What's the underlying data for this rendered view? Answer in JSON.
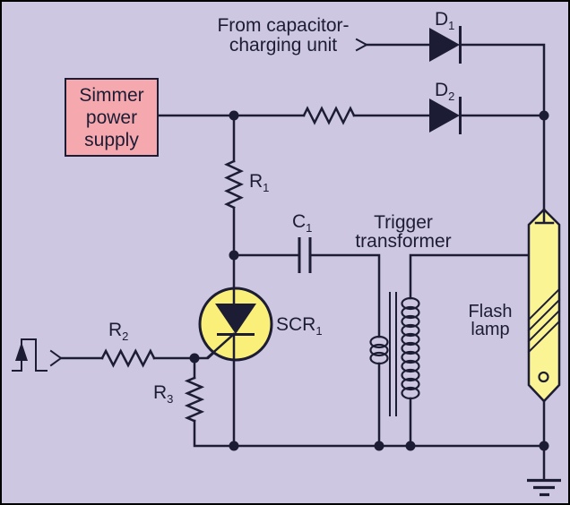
{
  "colors": {
    "background": "#CDC7E1",
    "frame": "#000000",
    "line": "#1C1C34",
    "simmer-fill": "#F5A8AE",
    "scr-fill": "#F9EF79",
    "lamp-fill": "#FAF494"
  },
  "icons": {
    "pulse_input": "trigger-pulse-waveform-icon",
    "input_arrow": "chevron-right-icon",
    "source_arrow": "chevron-right-icon",
    "ground": "earth-ground-icon"
  },
  "labels": {
    "from_unit_line1": "From capacitor-",
    "from_unit_line2": "charging unit",
    "simmer_line1": "Simmer",
    "simmer_line2": "power",
    "simmer_line3": "supply",
    "d1": {
      "base": "D",
      "sub": "1"
    },
    "d2": {
      "base": "D",
      "sub": "2"
    },
    "r1": {
      "base": "R",
      "sub": "1"
    },
    "r2": {
      "base": "R",
      "sub": "2"
    },
    "r3": {
      "base": "R",
      "sub": "3"
    },
    "c1": {
      "base": "C",
      "sub": "1"
    },
    "scr1": {
      "base": "SCR",
      "sub": "1"
    },
    "trigger_line1": "Trigger",
    "trigger_line2": "transformer",
    "flash_line1": "Flash",
    "flash_line2": "lamp"
  }
}
